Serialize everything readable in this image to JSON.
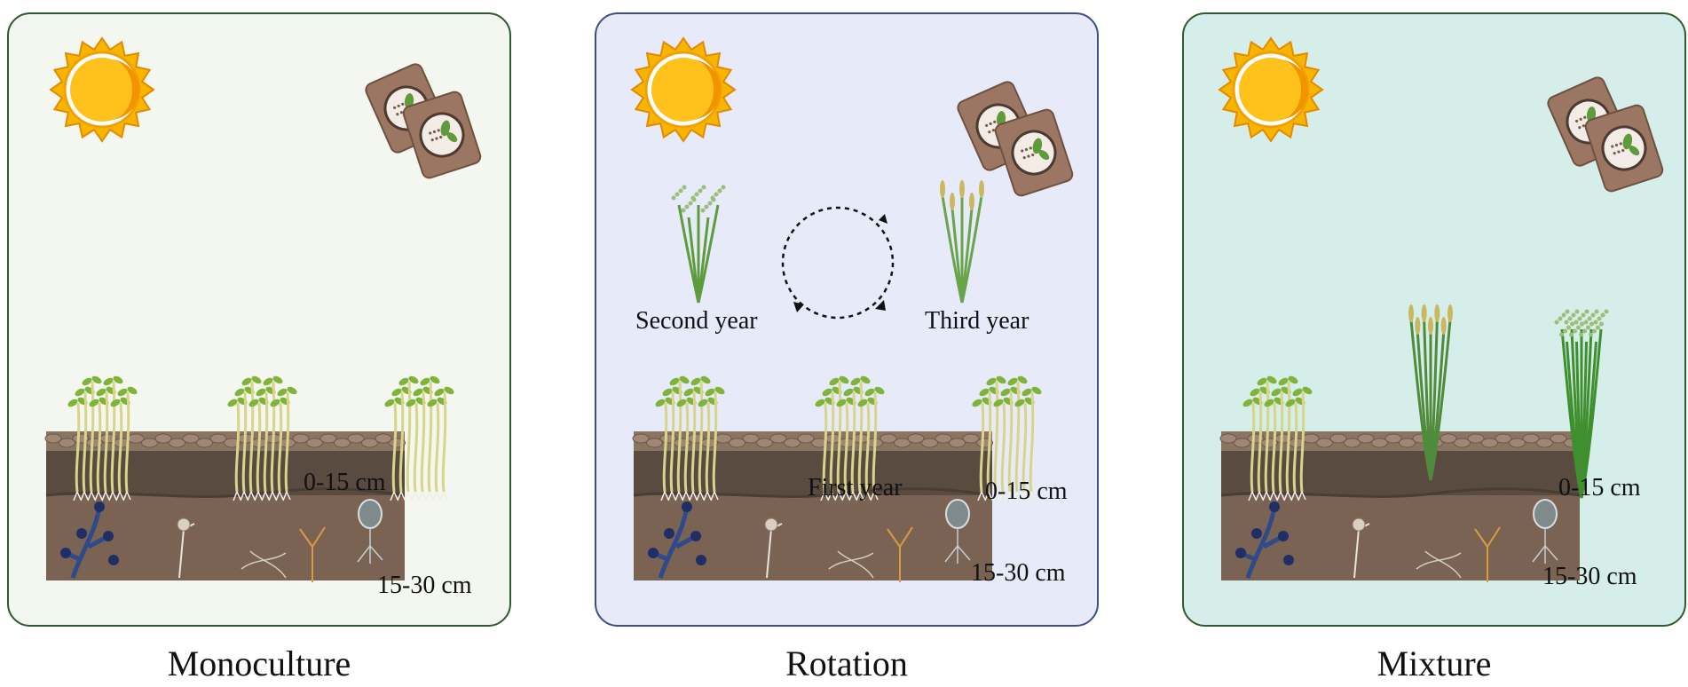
{
  "panels": [
    {
      "id": "monoculture",
      "caption": "Monoculture",
      "background": "#f3f7ef",
      "border": "#2f5a2f",
      "depth_labels": [
        "0-15 cm",
        "15-30 cm"
      ]
    },
    {
      "id": "rotation",
      "caption": "Rotation",
      "background": "#e6eaf9",
      "border": "#3d4f8a",
      "depth_labels": [
        "0-15 cm",
        "15-30 cm"
      ],
      "years": [
        "First year",
        "Second year",
        "Third year"
      ]
    },
    {
      "id": "mixture",
      "caption": "Mixture",
      "background": "#d6eee9",
      "border": "#2f5a2f",
      "depth_labels": [
        "0-15 cm",
        "15-30 cm"
      ]
    }
  ],
  "colors": {
    "sun": "#f7b500",
    "soil_top": "#8a7462",
    "soil_mid": "#5a4b40",
    "soil_deep": "#7a6352",
    "seed_bag": "#9b7763",
    "sprout": "#7fb33a"
  },
  "icons": [
    "sun-icon",
    "seed-bag-icon",
    "sprout-icon",
    "grass-icon",
    "fungi-icon",
    "cycle-arrow-icon"
  ]
}
